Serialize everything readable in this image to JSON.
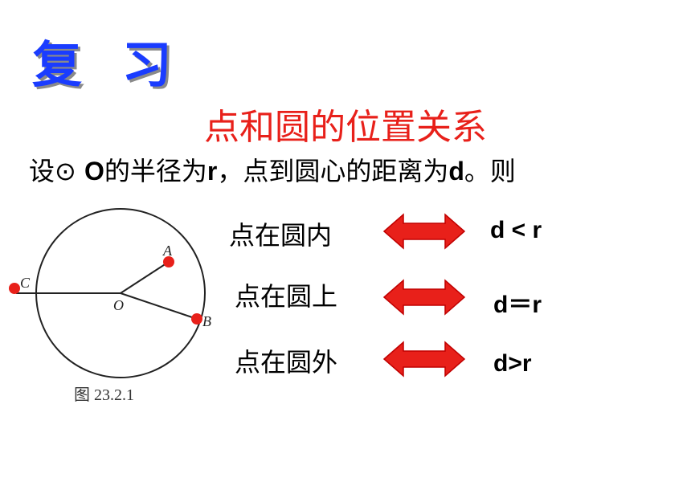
{
  "slide": {
    "heading": "复 习",
    "topic": "点和圆的位置关系",
    "premise": {
      "part1": "设⊙ ",
      "o": "O",
      "part2": "的半径为",
      "r": "r",
      "part3": "，点到圆心的距离为",
      "d": "d",
      "part4": "。则"
    },
    "figure": {
      "caption": "图 23.2.1",
      "points": {
        "a": "A",
        "b": "B",
        "c": "C",
        "o": "O"
      }
    },
    "relations": [
      {
        "label": "点在圆内",
        "formula": "d < r"
      },
      {
        "label": "点在圆上",
        "formula": "d＝r"
      },
      {
        "label": "点在圆外",
        "formula": "d>r"
      }
    ]
  },
  "colors": {
    "heading": "#1a3cff",
    "topic": "#e8201a",
    "arrow": "#e8201a",
    "point_dot": "#e8201a"
  }
}
